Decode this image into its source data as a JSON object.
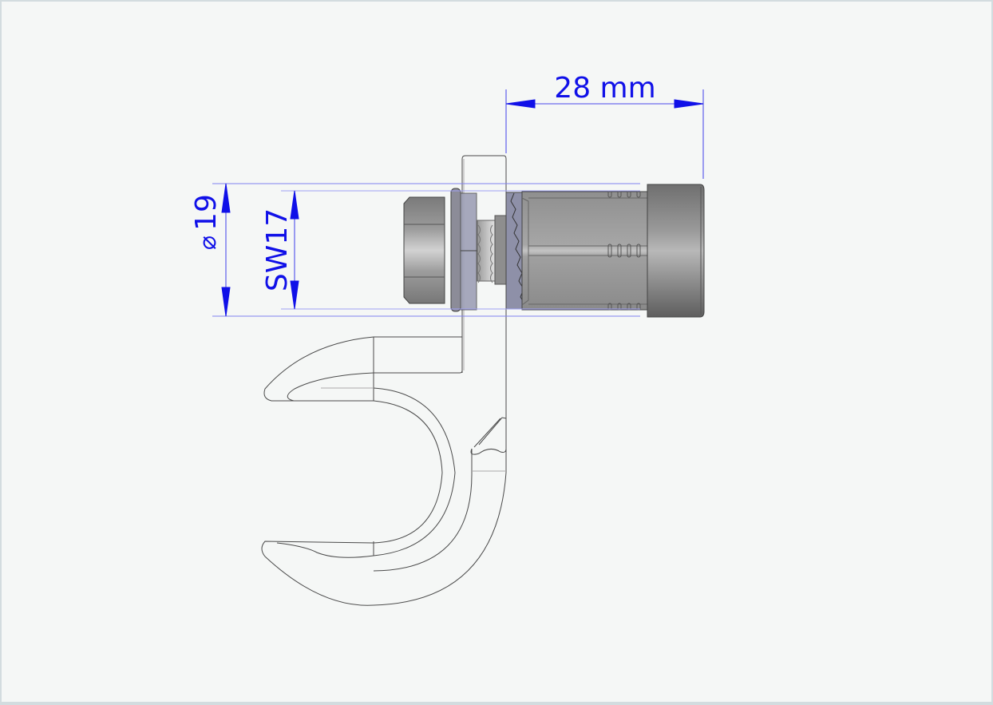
{
  "drawing": {
    "type": "technical-drawing",
    "subject": "hook bracket with bolt and expansion anchor",
    "background": "#f5f7f6",
    "frame_color": "#d3dcdf",
    "dimension_color": "#1010e8"
  },
  "dimensions": {
    "length": {
      "label": "28 mm",
      "value": 28,
      "unit": "mm"
    },
    "diameter": {
      "symbol": "⌀",
      "label": "19",
      "value": 19
    },
    "wrench_size": {
      "label": "SW17",
      "value": 17
    }
  },
  "parts": [
    {
      "name": "hex-bolt-head"
    },
    {
      "name": "washer"
    },
    {
      "name": "threaded-stud"
    },
    {
      "name": "mounting-plate"
    },
    {
      "name": "expansion-anchor-sleeve"
    },
    {
      "name": "anchor-end-cap"
    },
    {
      "name": "hook"
    }
  ]
}
